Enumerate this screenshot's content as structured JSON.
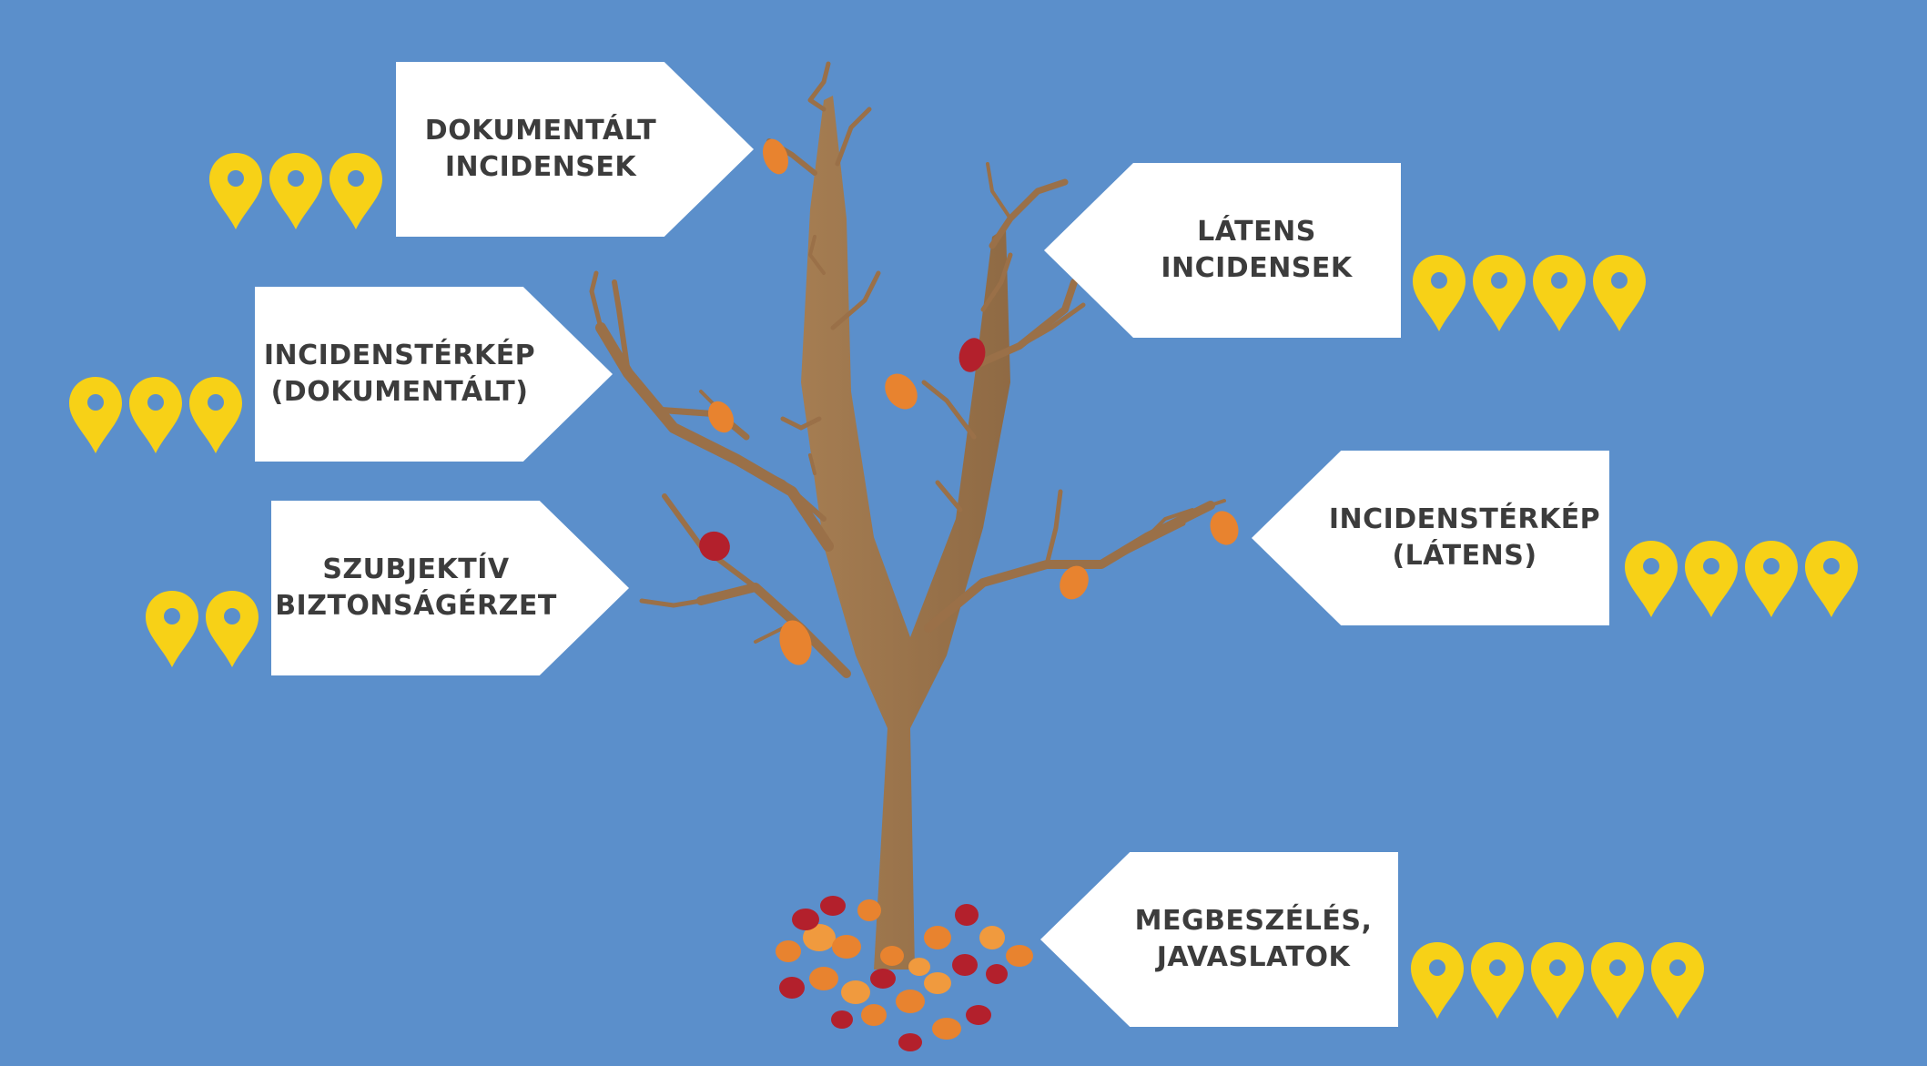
{
  "colors": {
    "background": "#5b8fcb",
    "label_bg": "#ffffff",
    "label_text": "#3c3c3c",
    "pin": "#f7d117",
    "trunk": "#9c7449",
    "leaf_orange": "#e8832f",
    "leaf_red": "#b3202c"
  },
  "labels": [
    {
      "id": "dokumentalt-incidensek",
      "lines": [
        "DOKUMENTÁLT",
        "INCIDENSEK"
      ],
      "pins": 3,
      "pin_icon": "map-pin-icon"
    },
    {
      "id": "latens-incidensek",
      "lines": [
        "LÁTENS",
        "INCIDENSEK"
      ],
      "pins": 4,
      "pin_icon": "map-pin-icon"
    },
    {
      "id": "incidensterkep-dokumentalt",
      "lines": [
        "INCIDENSTÉRKÉP",
        "(DOKUMENTÁLT)"
      ],
      "pins": 3,
      "pin_icon": "map-pin-icon"
    },
    {
      "id": "incidensterkep-latens",
      "lines": [
        "INCIDENSTÉRKÉP",
        "(LÁTENS)"
      ],
      "pins": 4,
      "pin_icon": "map-pin-icon"
    },
    {
      "id": "szubjektiv-biztonsagerzet",
      "lines": [
        "SZUBJEKTÍV",
        "BIZTONSÁGÉRZET"
      ],
      "pins": 2,
      "pin_icon": "map-pin-icon"
    },
    {
      "id": "megbeszeles-javaslatok",
      "lines": [
        "MEGBESZÉLÉS,",
        "JAVASLATOK"
      ],
      "pins": 5,
      "pin_icon": "map-pin-icon"
    }
  ]
}
